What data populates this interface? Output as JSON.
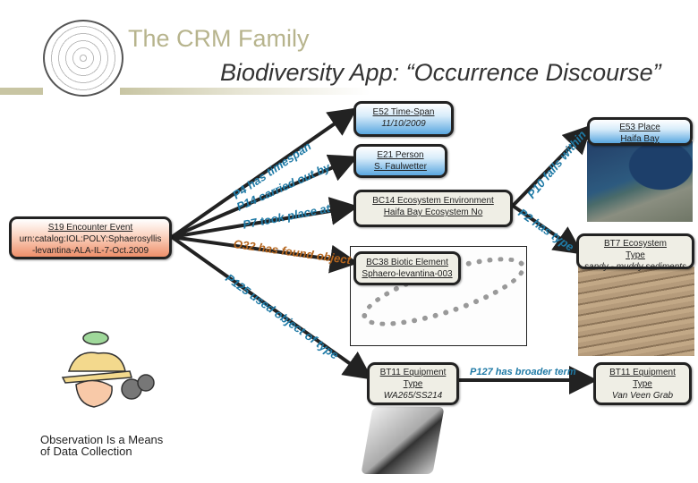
{
  "header": {
    "title": "The CRM Family",
    "subtitle": "Biodiversity App: “Occurrence Discourse”",
    "accent_color": "#b7b48d"
  },
  "nodes": {
    "s19": {
      "line1": "S19 Encounter Event",
      "line2": "urn:catalog:IOL:POLY:Sphaerosyllis",
      "line3": "-levantina-ALA-IL-7-Oct.2009"
    },
    "e52": {
      "line1": "E52 Time-Span",
      "line2": "11/10/2009"
    },
    "e21": {
      "line1": "E21 Person",
      "line2": "S. Faulwetter"
    },
    "bc14": {
      "line1": "BC14 Ecosystem Environment",
      "line2": "Haifa Bay Ecosystem No"
    },
    "e53": {
      "line1": "E53 Place",
      "line2": "Haifa Bay"
    },
    "bt7": {
      "line1": "BT7 Ecosystem",
      "line2": "Type",
      "line3": "sandy - muddy sediments"
    },
    "bc38": {
      "line1": "BC38 Biotic Element",
      "line2": "Sphaero-levantina-003"
    },
    "bt11a": {
      "line1": "BT11 Equipment",
      "line2": "Type",
      "line3": "WA265/SS214"
    },
    "bt11b": {
      "line1": "BT11 Equipment",
      "line2": "Type",
      "line3": "Van Veen Grab"
    }
  },
  "edges": {
    "p4": "P4 has timespan",
    "p14": "P14 carried out by",
    "p7": "P7 took place at",
    "o32": "O32 has found object",
    "p125": "P125 used object of type",
    "p10": "P10 falls within",
    "p2": "P2 has type",
    "p127": "P127 has broader term"
  },
  "caption": {
    "line1": "Observation Is a Means",
    "line2": "of Data Collection"
  }
}
